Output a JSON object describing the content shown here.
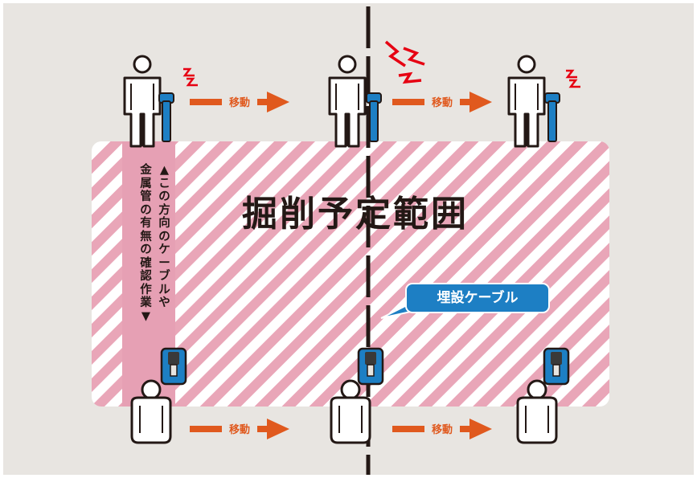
{
  "title": "掘削予定範囲",
  "callout_label": "埋設ケーブル",
  "move_label": "移動",
  "side_note": {
    "line1": "▲この方向のケーブルや",
    "line2": "金属管の有無の確認作業▼"
  },
  "colors": {
    "background": "#e8e5e1",
    "hatch_pink": "#e9a6b8",
    "strip_pink": "#e6a0b4",
    "arrow_orange": "#e0591e",
    "locator_blue": "#1d7fc4",
    "signal_red": "#e60012",
    "ink": "#231815"
  },
  "icons": [
    "person-icon",
    "cable-locator-icon",
    "signal-icon",
    "arrow-icon",
    "dashed-cable-line"
  ]
}
